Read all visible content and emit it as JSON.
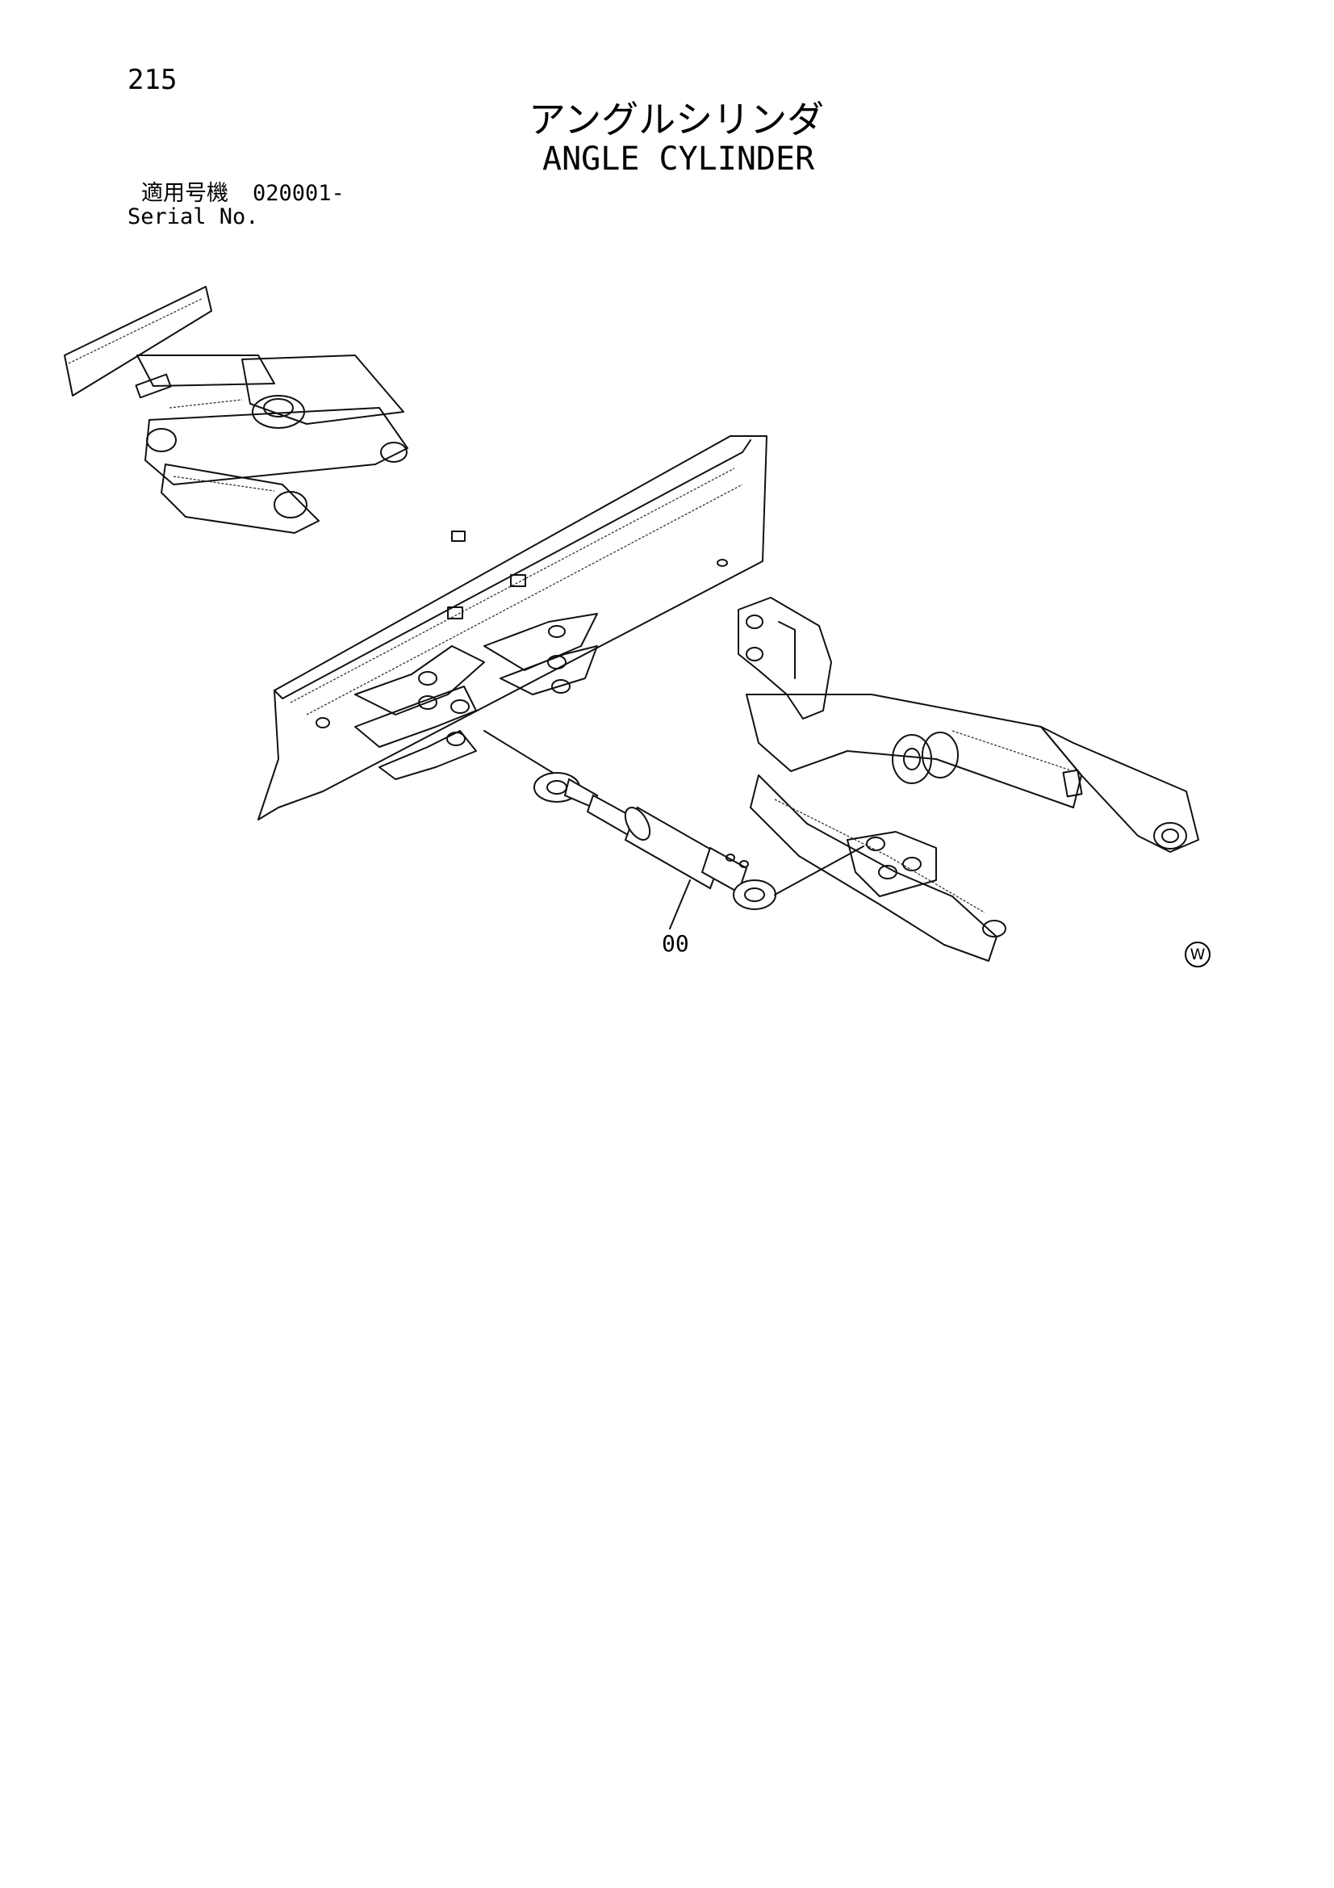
{
  "header": {
    "page_number": "215",
    "title_japanese": "アングルシリンダ",
    "title_english": "ANGLE CYLINDER"
  },
  "serial": {
    "label_japanese": "適用号機",
    "value": "020001-",
    "label_english": "Serial No."
  },
  "diagram": {
    "callout_label": "00",
    "mark": "W"
  }
}
